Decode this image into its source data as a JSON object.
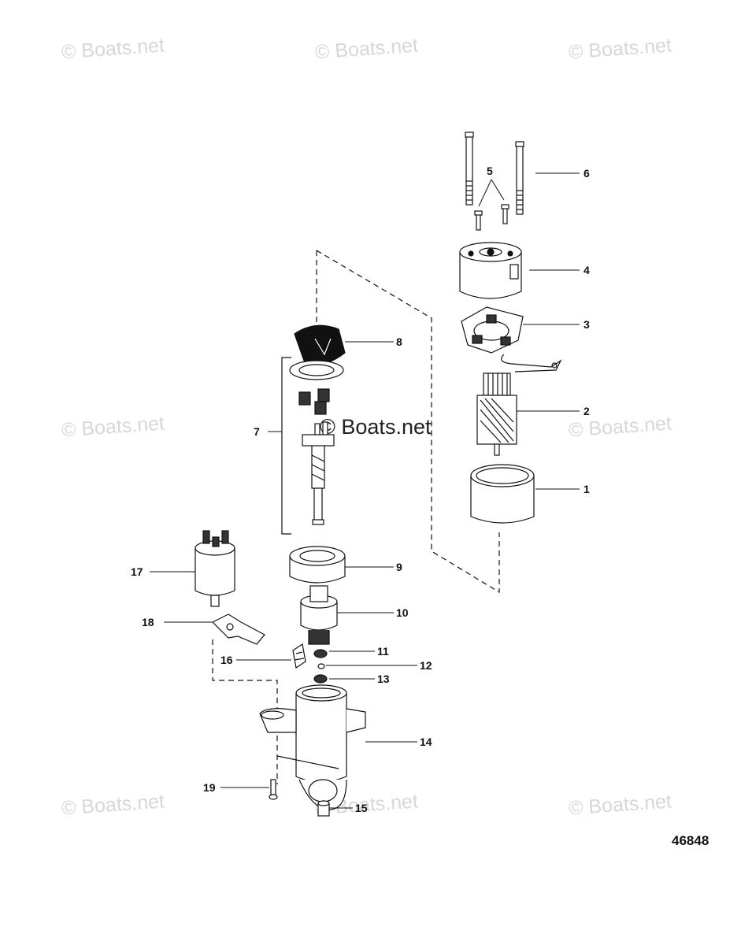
{
  "watermark": "© Boats.net",
  "figure_number": "46848",
  "callouts": [
    "1",
    "2",
    "3",
    "4",
    "5",
    "6",
    "7",
    "8",
    "9",
    "10",
    "11",
    "12",
    "13",
    "14",
    "15",
    "16",
    "17",
    "18",
    "19"
  ]
}
